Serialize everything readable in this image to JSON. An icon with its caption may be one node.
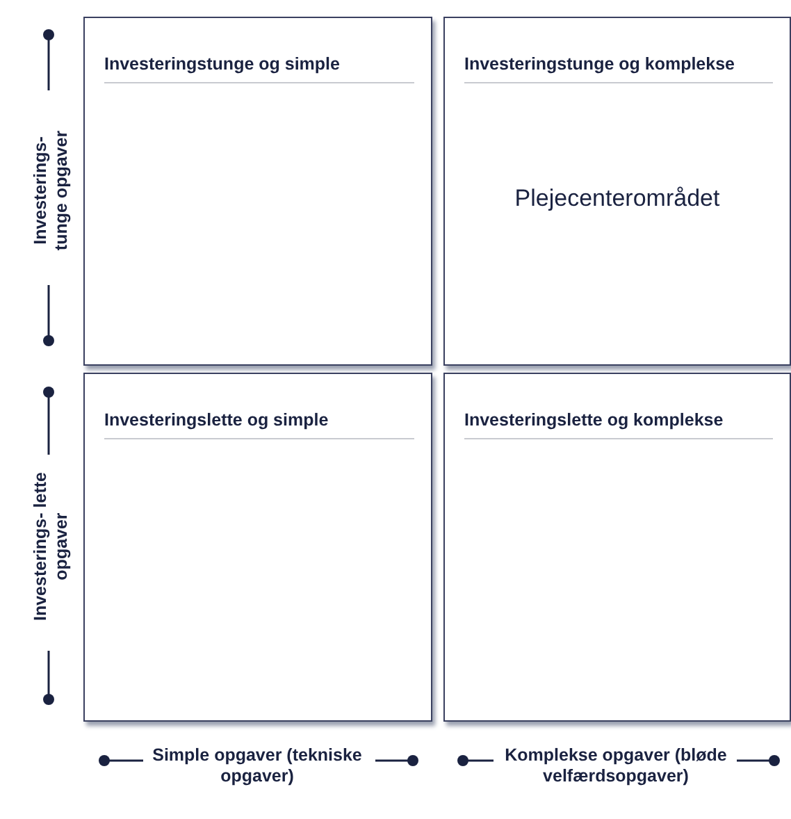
{
  "diagram": {
    "nodes": [
      {
        "text": [
          "Investeringstunge og simple"
        ]
      },
      {
        "text": [
          "Investeringstunge og komplekse",
          "Plejecenterområdet"
        ]
      },
      {
        "text": [
          "Investeringslette og simple"
        ]
      },
      {
        "text": [
          "Investeringslette og komplekse"
        ]
      }
    ],
    "edges": [],
    "labels": [
      "Investerings- tunge opgaver",
      "Investerings- lette opgaver",
      "Simple opgaver (tekniske opgaver)",
      "Komplekse opgaver (bløde velfærdsopgaver)"
    ]
  }
}
